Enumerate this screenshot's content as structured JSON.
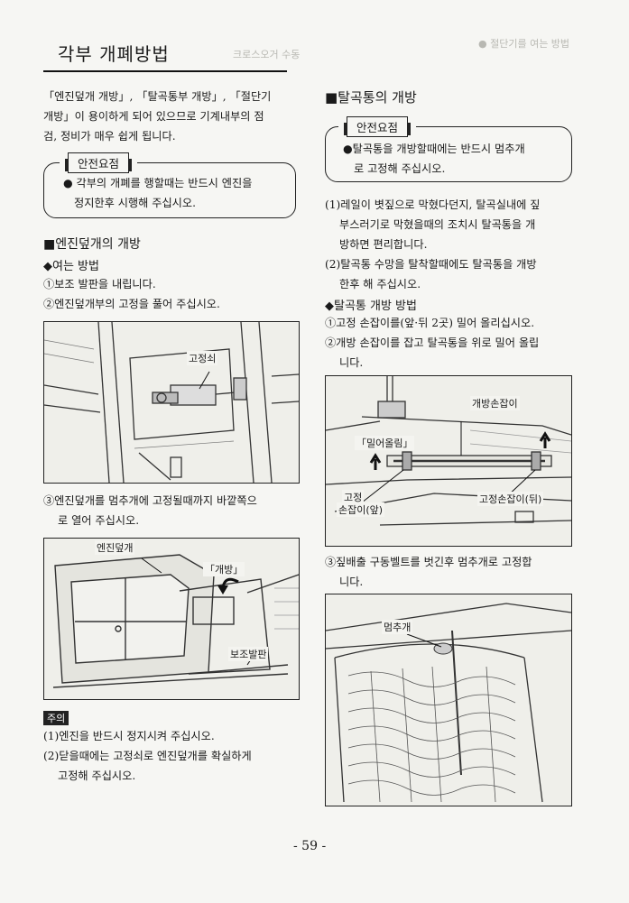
{
  "page_title": "각부 개폐방법",
  "intro": [
    "「엔진덮개 개방」, 「탈곡통부 개방」, 「절단기",
    "개방」이 용이하게 되어 있으므로 기계내부의 점",
    "검, 정비가 매우 쉽게 됩니다."
  ],
  "safety_label": "안전요점",
  "safety_left": [
    "● 각부의 개폐를 행할때는 반드시 엔진을",
    "정지한후 시행해 주십시오."
  ],
  "engine_cover": {
    "heading": "■엔진덮개의 개방",
    "method": "◆여는 방법",
    "steps_1": [
      "①보조 발판을 내립니다.",
      "②엔진덮개부의 고정을 풀어 주십시오."
    ],
    "fig1_label": "고정쇠",
    "step_3": [
      "③엔진덮개를 멈추개에 고정될때까지 바깥쪽으",
      "로 열어 주십시오."
    ],
    "fig2_labels": {
      "cover": "엔진덮개",
      "open": "「개방」",
      "step": "보조발판"
    },
    "caution_tag": "주의",
    "cautions": [
      "(1)엔진을 반드시 정지시켜 주십시오.",
      "(2)닫을때에는 고정쇠로 엔진덮개를   확실하게",
      "고정해 주십시오."
    ]
  },
  "thresher": {
    "heading": "■탈곡통의 개방",
    "safety_right": [
      "●탈곡통을 개방할때에는 반드시 멈추개",
      "로 고정해 주십시오."
    ],
    "notes": [
      "(1)레일이 볏짚으로 막혔다던지,  탈곡실내에 짚",
      "부스러기로 막혔을때의 조치시  탈곡통을  개",
      "방하면 편리합니다.",
      "(2)탈곡통 수망을 탈착할때에도  탈곡통을  개방",
      "한후 해 주십시오."
    ],
    "method": "◆탈곡통 개방 방법",
    "steps": [
      "①고정 손잡이를(앞·뒤 2곳) 밀어 올리십시오.",
      "②개방 손잡이를 잡고 탈곡통을 위로 밀어 올립",
      "니다."
    ],
    "fig3_labels": {
      "open_handle": "개방손잡이",
      "push_up": "「밀어올림」",
      "fix_front_1": "고정",
      "fix_front_2": "손잡이(앞)",
      "fix_rear": "고정손잡이(뒤)"
    },
    "step_3": [
      "③짚배출 구동벨트를 벗긴후 멈추개로  고정합",
      "니다."
    ],
    "fig4_label": "멈추개"
  },
  "page_number": "- 59 -"
}
